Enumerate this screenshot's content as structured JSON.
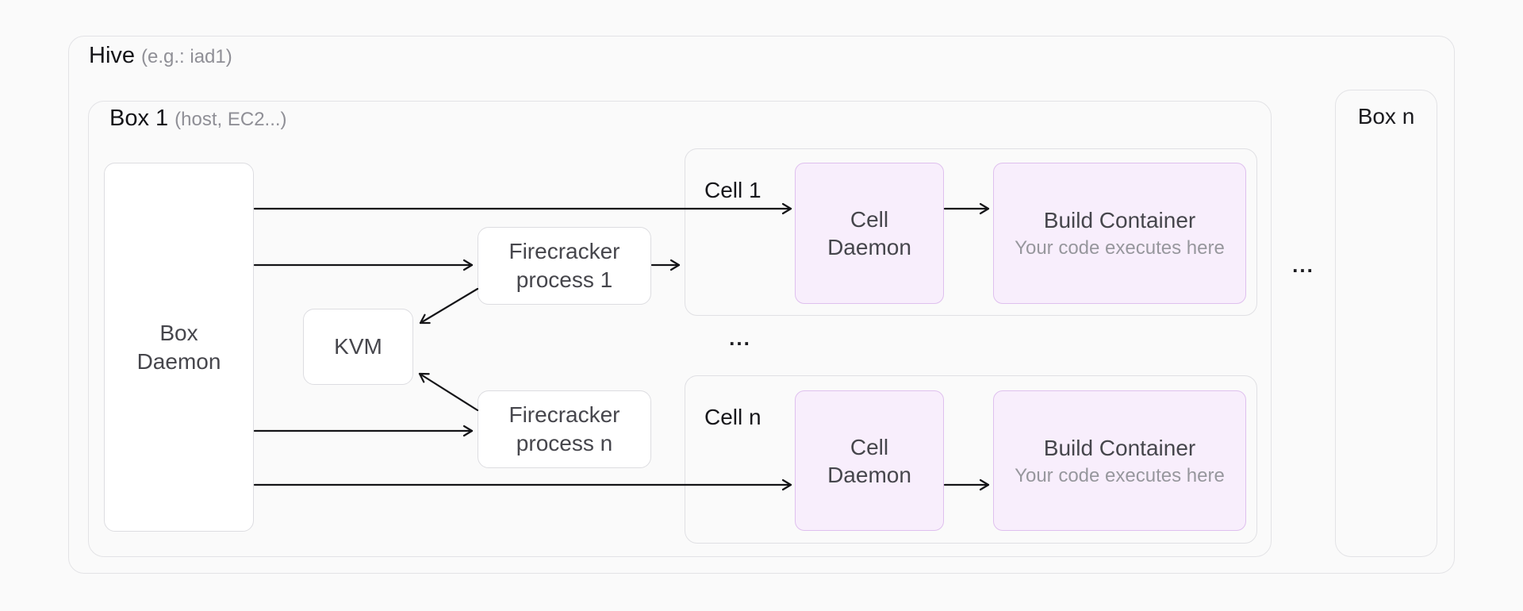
{
  "page": {
    "background": "#fafafa"
  },
  "colors": {
    "container_border": "#e3e3e6",
    "node_border": "#dddde1",
    "node_fill": "#ffffff",
    "purple_fill": "#f8eefc",
    "purple_border": "#dfc0ee",
    "text_dark": "#1b1b1f",
    "text_label": "#46464c",
    "text_muted": "#8f8f96",
    "arrow": "#141417"
  },
  "hive": {
    "title": "Hive",
    "subtitle": "(e.g.: iad1)"
  },
  "box1": {
    "title": "Box 1",
    "subtitle": "(host, EC2...)"
  },
  "box_n": {
    "label": "Box n"
  },
  "box_daemon": {
    "line1": "Box",
    "line2": "Daemon"
  },
  "kvm": {
    "label": "KVM"
  },
  "firecracker1": {
    "line1": "Firecracker",
    "line2": "process 1"
  },
  "firecracker_n": {
    "line1": "Firecracker",
    "line2": "process n"
  },
  "cells": [
    {
      "label": "Cell 1",
      "daemon_line1": "Cell",
      "daemon_line2": "Daemon",
      "build_title": "Build Container",
      "build_subtitle": "Your code executes here"
    },
    {
      "label": "Cell n",
      "daemon_line1": "Cell",
      "daemon_line2": "Daemon",
      "build_title": "Build Container",
      "build_subtitle": "Your code executes here"
    }
  ],
  "ellipsis": {
    "cells": "...",
    "boxes": "..."
  }
}
